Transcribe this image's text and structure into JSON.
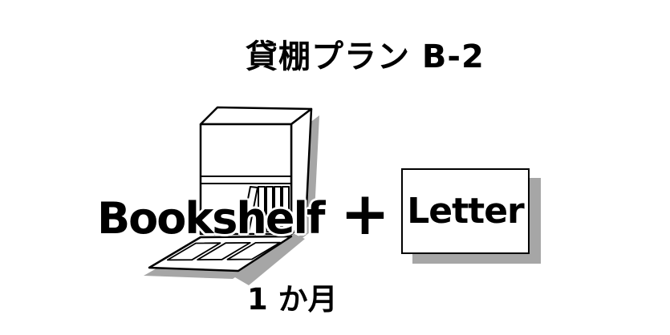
{
  "title": "貸棚プラン B-2",
  "bookshelf": {
    "label": "Bookshelf"
  },
  "plus_sign": "+",
  "letter_card": {
    "label": "Letter"
  },
  "duration_label": "1 か月",
  "icons": {
    "bookshelf_illustration": "open-bookshelf-with-books-and-fold-out-door",
    "plus": "plus-icon"
  },
  "colors": {
    "background": "#ffffff",
    "line": "#000000",
    "shadow": "#a6a6a6",
    "text": "#000000"
  }
}
